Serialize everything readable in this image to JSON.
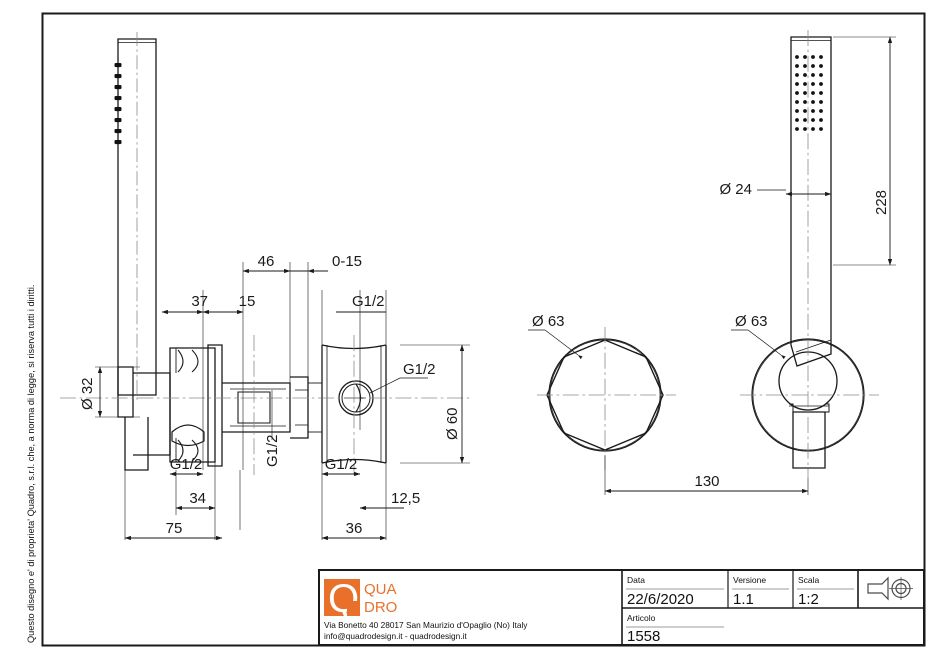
{
  "document": {
    "type": "technical-drawing",
    "copyright_note": "Questo disegno e' di proprieta' Quadro, s.r.l. che, a norma di legge, si riserva tutti i diritti."
  },
  "title_block": {
    "logo": {
      "mark_letter": "Q",
      "line1": "QUA",
      "line2": "DRO",
      "brand_color": "#E8702A"
    },
    "address_line1": "Via Bonetto 40  28017 San Maurizio d'Opaglio (No) Italy",
    "address_line2": "info@quadrodesign.it  -  quadrodesign.it",
    "fields": [
      {
        "label": "Data",
        "value": "22/6/2020"
      },
      {
        "label": "Versione",
        "value": "1.1"
      },
      {
        "label": "Scala",
        "value": "1:2"
      }
    ],
    "article": {
      "label": "Articolo",
      "value": "1558"
    },
    "projection_symbol": "first-angle-projection-icon"
  },
  "dimensions": {
    "main_view": {
      "top": [
        {
          "id": "d37",
          "text": "37"
        },
        {
          "id": "d15",
          "text": "15"
        },
        {
          "id": "d46",
          "text": "46"
        },
        {
          "id": "d015",
          "text": "0-15"
        },
        {
          "id": "g12_top_right",
          "text": "G1/2"
        }
      ],
      "left": [
        {
          "id": "d32",
          "text": "Ø 32"
        }
      ],
      "right": [
        {
          "id": "d60",
          "text": "Ø 60"
        },
        {
          "id": "g12_leader",
          "text": "G1/2"
        }
      ],
      "bottom": [
        {
          "id": "g12_left",
          "text": "G1/2"
        },
        {
          "id": "g12_center",
          "text": "G1/2"
        },
        {
          "id": "g12_right",
          "text": "G1/2"
        },
        {
          "id": "d34",
          "text": "34"
        },
        {
          "id": "d125",
          "text": "12,5"
        },
        {
          "id": "d75",
          "text": "75"
        },
        {
          "id": "d36",
          "text": "36"
        }
      ]
    },
    "front_views": {
      "left_plate": {
        "id": "d63_left",
        "text": "Ø 63"
      },
      "right_plate": {
        "id": "d63_right",
        "text": "Ø 63"
      },
      "spacing": {
        "id": "d130",
        "text": "130"
      }
    },
    "handset": {
      "diameter": {
        "id": "d24",
        "text": "Ø 24"
      },
      "length": {
        "id": "d228",
        "text": "228"
      }
    }
  }
}
